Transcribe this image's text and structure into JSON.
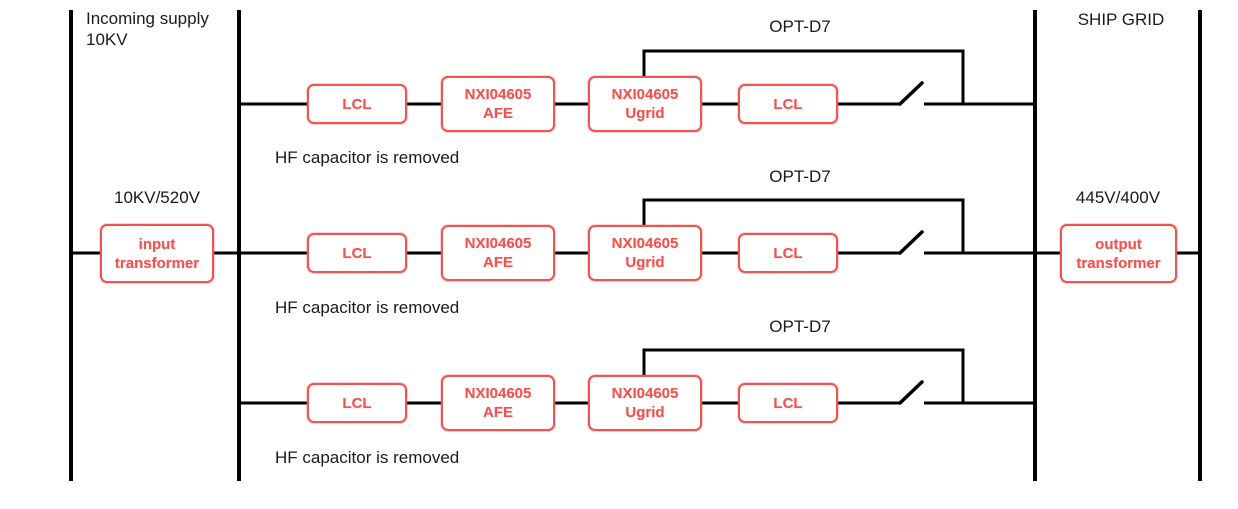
{
  "colors": {
    "accent_red": "#f1534f",
    "wire_black": "#000000"
  },
  "incoming_bus": {
    "title_line1": "Incoming supply",
    "title_line2": "10KV"
  },
  "input_transformer": {
    "ratio_label": "10KV/520V",
    "name": "input transformer"
  },
  "output_transformer": {
    "ratio_label": "445V/400V",
    "name": "output transformer"
  },
  "ship_grid": {
    "title": "SHIP GRID"
  },
  "branches": [
    {
      "opt_label": "OPT-D7",
      "lcl_in": "LCL",
      "afe": {
        "model": "NXI04605",
        "type": "AFE"
      },
      "ugrid": {
        "model": "NXI04605",
        "type": "Ugrid"
      },
      "lcl_out": "LCL",
      "note": "HF capacitor is removed"
    },
    {
      "opt_label": "OPT-D7",
      "lcl_in": "LCL",
      "afe": {
        "model": "NXI04605",
        "type": "AFE"
      },
      "ugrid": {
        "model": "NXI04605",
        "type": "Ugrid"
      },
      "lcl_out": "LCL",
      "note": "HF capacitor is removed"
    },
    {
      "opt_label": "OPT-D7",
      "lcl_in": "LCL",
      "afe": {
        "model": "NXI04605",
        "type": "AFE"
      },
      "ugrid": {
        "model": "NXI04605",
        "type": "Ugrid"
      },
      "lcl_out": "LCL",
      "note": "HF capacitor is removed"
    }
  ]
}
